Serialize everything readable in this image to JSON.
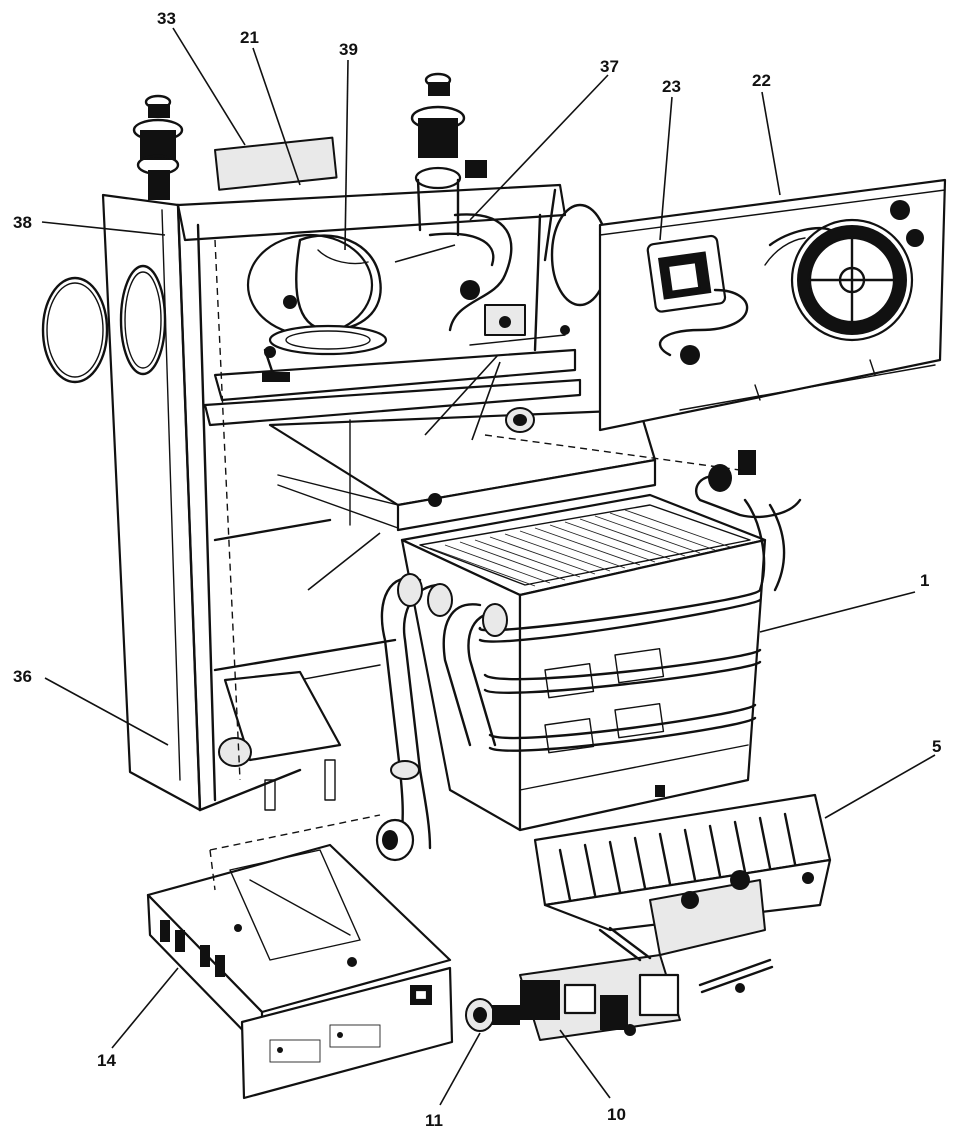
{
  "callouts": {
    "c33": "33",
    "c21": "21",
    "c39": "39",
    "c37": "37",
    "c23": "23",
    "c22": "22",
    "c38": "38",
    "c1": "1",
    "c36": "36",
    "c5": "5",
    "c14": "14",
    "c11": "11",
    "c10": "10"
  }
}
